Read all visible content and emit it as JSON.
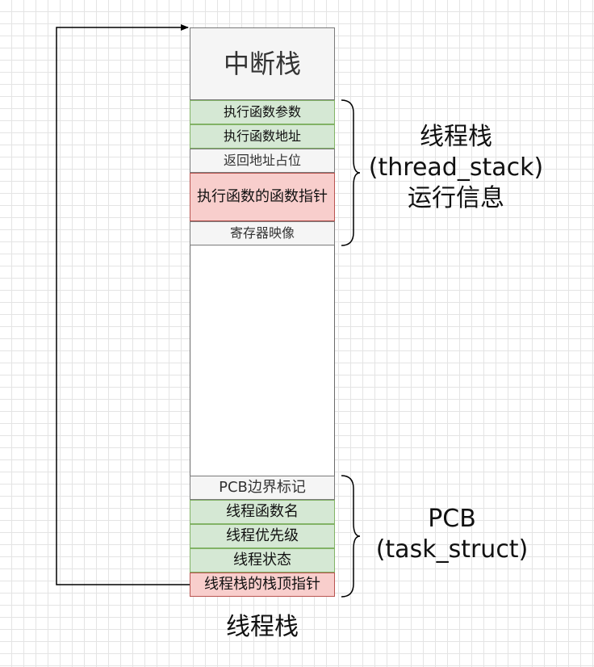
{
  "colors": {
    "green_fill": "#d5e8d4",
    "green_stroke": "#82b366",
    "red_fill": "#f8cecc",
    "red_stroke": "#b85450",
    "grey_fill": "#f5f5f5"
  },
  "stack": {
    "top_title": "中断栈",
    "thread_stack_items": [
      "执行函数参数",
      "执行函数地址",
      "返回地址占位",
      "执行函数的函数指针",
      "寄存器映像"
    ],
    "pcb_items": [
      "PCB边界标记",
      "线程函数名",
      "线程优先级",
      "线程状态",
      "线程栈的栈顶指针"
    ]
  },
  "labels": {
    "thread_stack_line1": "线程栈",
    "thread_stack_line2": "(thread_stack)",
    "thread_stack_line3": "运行信息",
    "pcb_line1": "PCB",
    "pcb_line2": "(task_struct)",
    "bottom_caption": "线程栈"
  }
}
